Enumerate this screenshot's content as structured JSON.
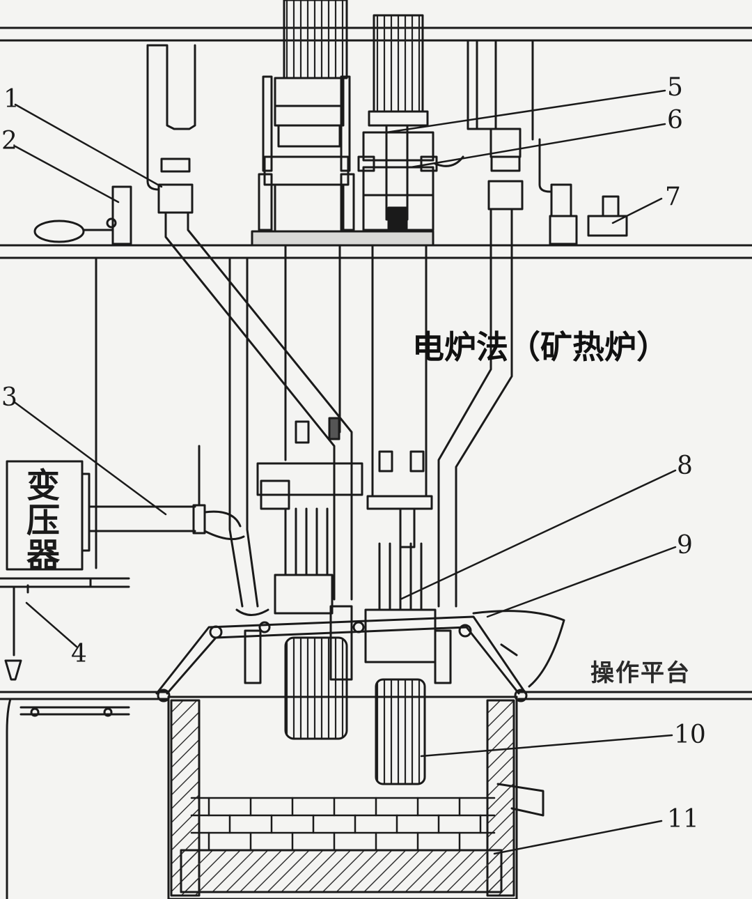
{
  "title": "电炉法（矿热炉）",
  "platform_label": "操作平台",
  "transformer": {
    "line1": "变",
    "line2": "压",
    "line3": "器"
  },
  "callouts": [
    "1",
    "2",
    "3",
    "4",
    "5",
    "6",
    "7",
    "8",
    "9",
    "10",
    "11"
  ],
  "colors": {
    "ink": "#1a1a1a",
    "paper": "#f4f4f2",
    "hatch": "#555555"
  }
}
